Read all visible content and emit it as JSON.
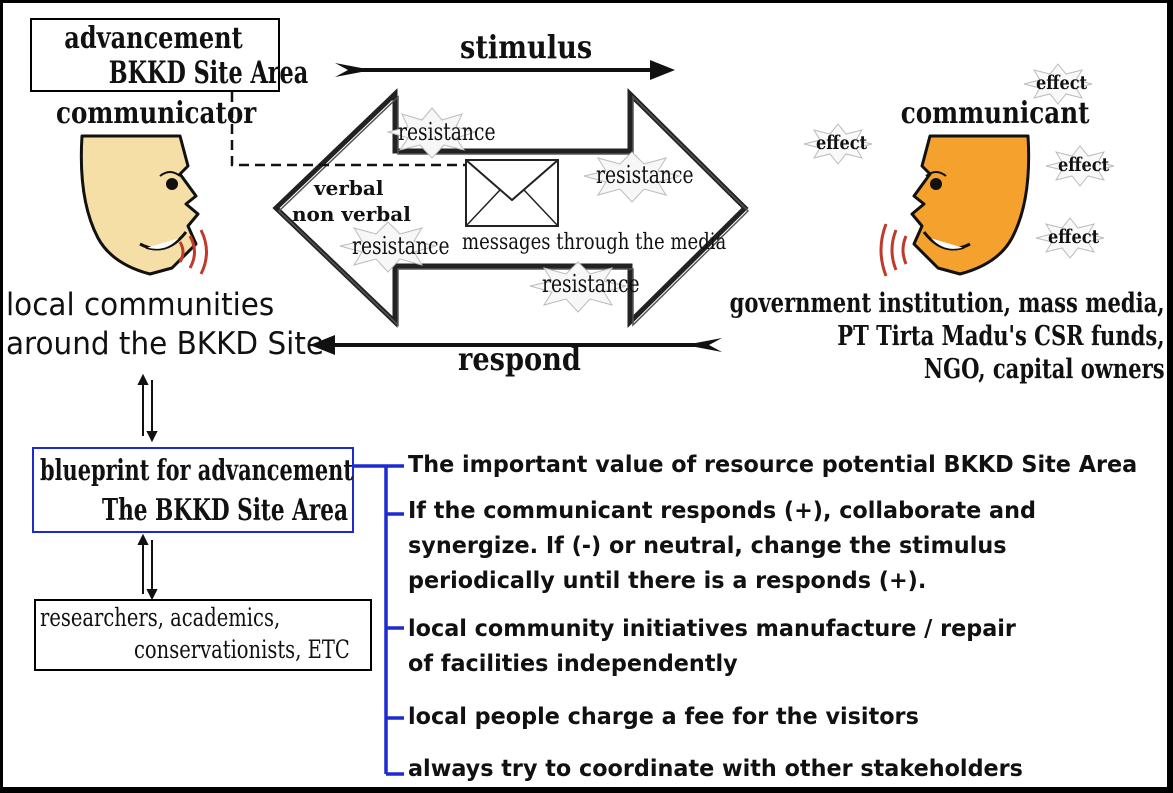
{
  "diagram": {
    "advancement_box": {
      "line1": "advancement",
      "line2": "BKKD Site Area"
    },
    "communicator_label": "communicator",
    "communicant_label": "communicant",
    "local_communities": [
      "local communities",
      "around the BKKD Site"
    ],
    "stimulus_label": "stimulus",
    "respond_label": "respond",
    "verbal_label": "verbal",
    "nonverbal_label": "non verbal",
    "messages_label": "messages through the media",
    "resistance_labels": [
      "resistance",
      "resistance",
      "resistance",
      "resistance"
    ],
    "effect_labels": [
      "effect",
      "effect",
      "effect",
      "effect"
    ],
    "communicant_parties": [
      "government institution, mass media,",
      "PT Tirta Madu's CSR funds,",
      "NGO, capital owners"
    ],
    "blueprint_box": {
      "line1": "blueprint for advancement",
      "line2": "The BKKD Site Area"
    },
    "researchers_box": {
      "line1": "researchers, academics,",
      "line2": "conservationists, ETC"
    },
    "bullets": [
      [
        "The important value of resource potential BKKD Site Area"
      ],
      [
        "If the communicant responds (+), collaborate and",
        "synergize. If (-) or neutral, change the stimulus",
        "periodically until there is a responds (+)."
      ],
      [
        "local community initiatives manufacture / repair",
        "of facilities independently"
      ],
      [
        "local people charge a fee for the visitors"
      ],
      [
        "always try to coordinate with other stakeholders"
      ]
    ],
    "colors": {
      "face_left": "#f6dfa6",
      "face_right": "#f4a12e",
      "bracket_blue": "#1c2bd1",
      "sound_wave": "#c0392b"
    }
  }
}
